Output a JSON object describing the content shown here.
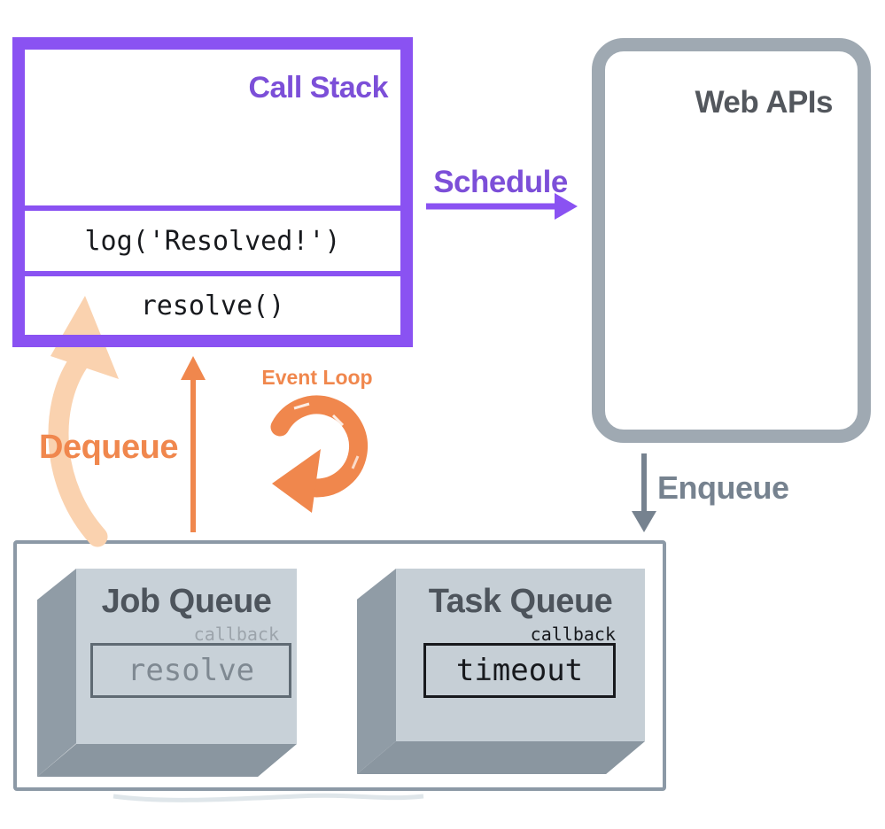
{
  "call_stack": {
    "title": "Call Stack",
    "frames": [
      "log('Resolved!')",
      "resolve()"
    ]
  },
  "web_apis": {
    "title": "Web APIs"
  },
  "arrows": {
    "schedule": "Schedule",
    "enqueue": "Enqueue",
    "dequeue": "Dequeue",
    "event_loop": "Event Loop"
  },
  "queues": {
    "job": {
      "title": "Job Queue",
      "tag": "callback",
      "item": "resolve"
    },
    "task": {
      "title": "Task Queue",
      "tag": "callback",
      "item": "timeout"
    }
  },
  "colors": {
    "purple": "#8A52F2",
    "purple-text": "#7C4FD8",
    "orange": "#F0874D",
    "peach": "#FAD2AF",
    "gray-border": "#9FA9B2",
    "gray-dark-text": "#53575D",
    "gray-label": "#76828F",
    "container-border": "#8C99A6",
    "box-front": "#C8D1D8",
    "box-front2": "#C6CFD6",
    "box-side": "#909CA6",
    "box-bottom": "#8A96A0",
    "faded-border": "#5F6A73",
    "faded-text": "#7F8992",
    "faded-tag": "#9CA4AB",
    "code-black": "#17191D"
  }
}
